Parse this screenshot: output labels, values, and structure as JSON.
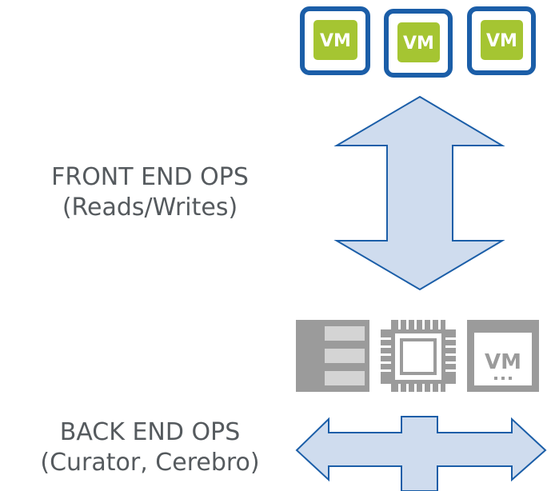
{
  "vms": [
    {
      "label": "VM"
    },
    {
      "label": "VM"
    },
    {
      "label": "VM"
    }
  ],
  "front_end": {
    "line1": "FRONT END OPS",
    "line2": "(Reads/Writes)"
  },
  "back_end": {
    "line1": "BACK END OPS",
    "line2": "(Curator, Cerebro)"
  },
  "server_vm_label": "VM",
  "colors": {
    "vm_border": "#1b5ea8",
    "vm_fill": "#a5c532",
    "arrow_fill": "#cfdcee",
    "arrow_stroke": "#1b5ea8",
    "hardware_gray": "#9b9b9b",
    "text": "#555a5e"
  }
}
